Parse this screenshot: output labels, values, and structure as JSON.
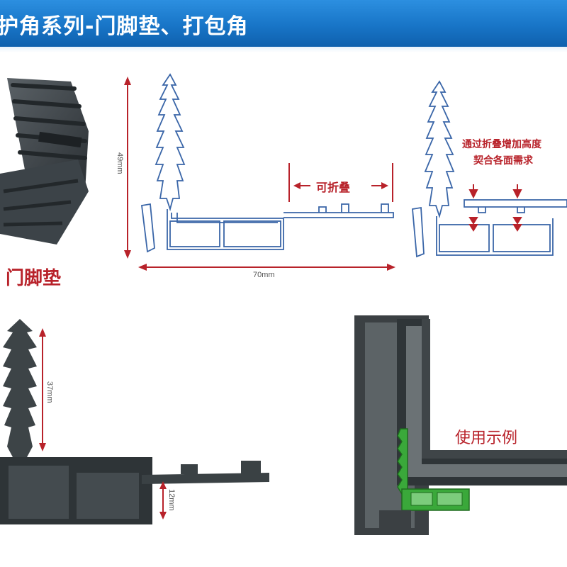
{
  "header": {
    "title": "护角系列-门脚垫、打包角",
    "background": "#1875c7"
  },
  "product_photo": {
    "caption": "门脚垫"
  },
  "diagram_flat": {
    "height_label": "49mm",
    "width_label": "70mm",
    "foldable_label": "可折叠"
  },
  "diagram_folded": {
    "note_line1": "通过折叠增加高度",
    "note_line2": "契合各面需求"
  },
  "profile_photo": {
    "height_label": "37mm",
    "base_label": "12mm"
  },
  "usage_example": {
    "caption": "使用示例",
    "highlight_color": "#3aa83a"
  },
  "colors": {
    "accent_red": "#b8222a",
    "outline_blue": "#3a66a8"
  }
}
